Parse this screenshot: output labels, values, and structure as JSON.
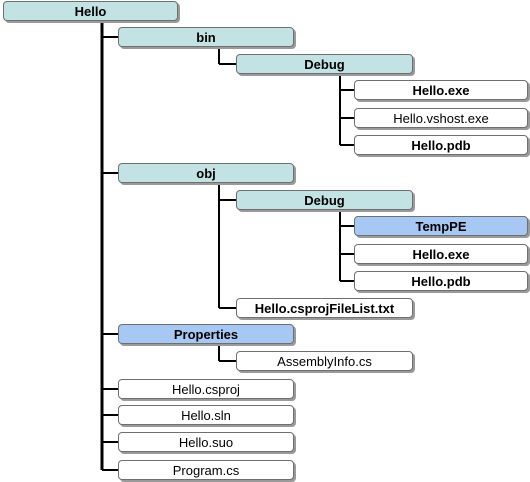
{
  "nodes": {
    "hello": "Hello",
    "bin": "bin",
    "bin_debug": "Debug",
    "bin_hello_exe": "Hello.exe",
    "bin_vshost": "Hello.vshost.exe",
    "bin_pdb": "Hello.pdb",
    "obj": "obj",
    "obj_debug": "Debug",
    "temppe": "TempPE",
    "obj_hello_exe": "Hello.exe",
    "obj_pdb": "Hello.pdb",
    "filelist": "Hello.csprojFileList.txt",
    "properties": "Properties",
    "assemblyinfo": "AssemblyInfo.cs",
    "csproj": "Hello.csproj",
    "sln": "Hello.sln",
    "suo": "Hello.suo",
    "program": "Program.cs"
  },
  "colors": {
    "folder": "#c2e2e3",
    "highlight": "#a8c8f4",
    "file": "#ffffff",
    "connector": "#000000"
  }
}
